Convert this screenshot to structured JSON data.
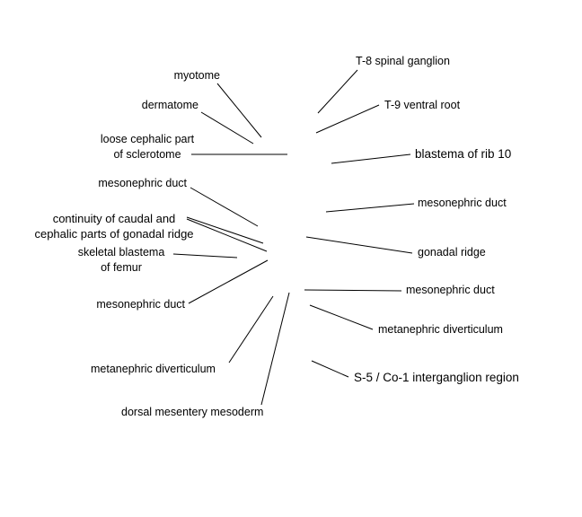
{
  "labels": {
    "myotome": "myotome",
    "dermatome": "dermatome",
    "loose_cephalic_1": "loose cephalic part",
    "loose_cephalic_2": "of sclerotome",
    "mesonephric_duct_left_top": "mesonephric duct",
    "continuity_1": "continuity of caudal and",
    "continuity_2": "cephalic  parts of gonadal ridge",
    "skeletal_1": "skeletal blastema",
    "skeletal_2": "of femur",
    "mesonephric_duct_left_bottom": "mesonephric duct",
    "metanephric_left": "metanephric diverticulum",
    "dorsal_mesentery": "dorsal mesentery mesoderm",
    "t8": "T-8 spinal ganglion",
    "t9": "T-9 ventral root",
    "blastema_rib": "blastema of rib 10",
    "mesonephric_duct_right_top": "mesonephric duct",
    "gonadal_ridge": "gonadal ridge",
    "mesonephric_duct_right_bottom": "mesonephric duct",
    "metanephric_right": "metanephric diverticulum",
    "s5": "S-5 / Co-1 interganglion region"
  }
}
